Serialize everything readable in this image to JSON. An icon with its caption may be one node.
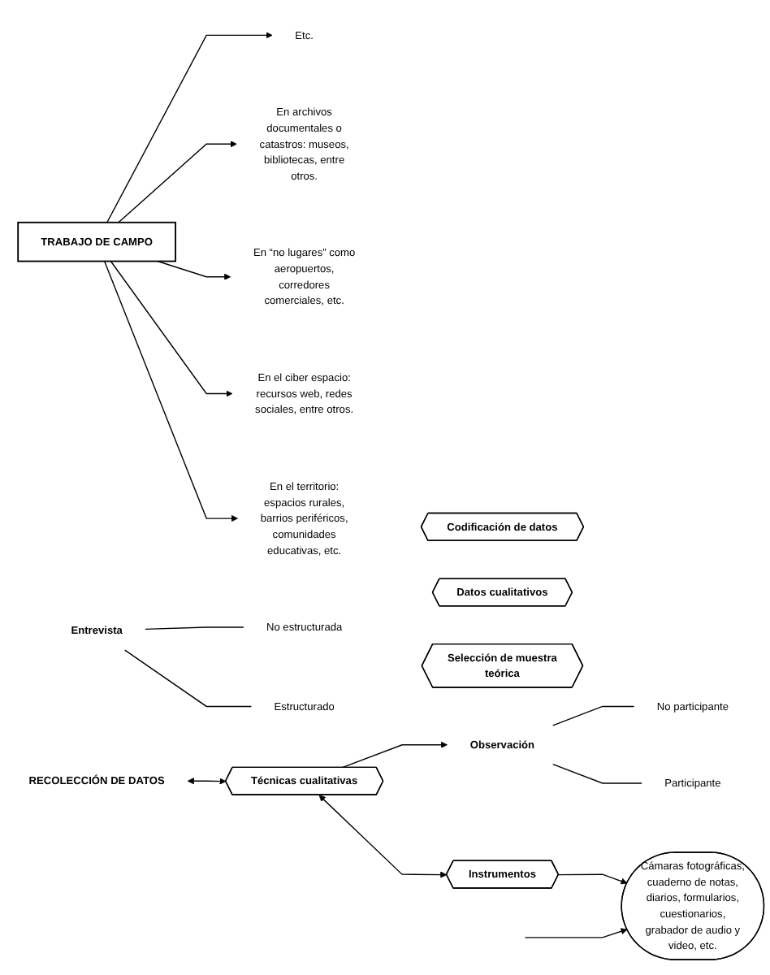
{
  "diagram": {
    "nodes": [
      {
        "text": [
          "TRABAJO DE CAMPO"
        ]
      },
      {
        "text": [
          "En el territorio: espacios rurales, barrios periféricos, comunidades educativas, etc."
        ]
      },
      {
        "text": [
          "En el ciber espacio: recursos web, redes sociales, entre otros."
        ]
      },
      {
        "text": [
          "En “no lugares” como aeropuertos, corredores comerciales, etc."
        ]
      },
      {
        "text": [
          "En archivos documentales o catastros: museos, bibliotecas, entre otros."
        ]
      },
      {
        "text": [
          "Etc."
        ]
      },
      {
        "text": [
          "RECOLECCIÓN DE DATOS"
        ]
      },
      {
        "text": [
          "Técnicas cualitativas"
        ]
      },
      {
        "text": [
          "Instrumentos"
        ]
      },
      {
        "text": [
          "Observación"
        ]
      },
      {
        "text": [
          "Participante"
        ]
      },
      {
        "text": [
          "No participante"
        ]
      },
      {
        "text": [
          "Entrevista"
        ]
      },
      {
        "text": [
          "Estructurado"
        ]
      },
      {
        "text": [
          "No estructurada"
        ]
      },
      {
        "text": [
          "Cámaras fotográficas, cuaderno de notas, diarios, formularios, cuestionarios, grabador de audio y video, etc."
        ]
      },
      {
        "text": [
          "Selección de muestra teórica"
        ]
      },
      {
        "text": [
          "Datos cualitativos"
        ]
      },
      {
        "text": [
          "Codificación de datos"
        ]
      }
    ],
    "edges": [
      {
        "from": 0,
        "to": 1,
        "arrow": "to"
      },
      {
        "from": 0,
        "to": 2,
        "arrow": "to"
      },
      {
        "from": 0,
        "to": 3,
        "arrow": "to"
      },
      {
        "from": 0,
        "to": 4,
        "arrow": "to"
      },
      {
        "from": 0,
        "to": 5,
        "arrow": "to"
      },
      {
        "from": 6,
        "to": 7,
        "arrow": "both"
      },
      {
        "from": 7,
        "to": 8,
        "arrow": "both"
      },
      {
        "from": 7,
        "to": 9,
        "arrow": "to"
      },
      {
        "from": 8,
        "to": 15,
        "arrow": "to"
      },
      {
        "from": 9,
        "to": 10,
        "arrow": "none"
      },
      {
        "from": 9,
        "to": 11,
        "arrow": "none"
      },
      {
        "from": 12,
        "to": 13,
        "arrow": "none"
      },
      {
        "from": 12,
        "to": 14,
        "arrow": "none"
      },
      {
        "from": null,
        "to": 15,
        "arrow": "to"
      }
    ]
  }
}
